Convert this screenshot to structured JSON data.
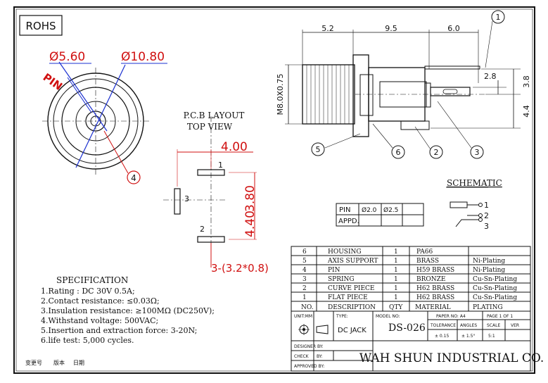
{
  "rohs": "ROHS",
  "front_view": {
    "dim_inner": "Ø5.60",
    "dim_outer": "Ø10.80",
    "pin_label": "PIN",
    "callout_4": "4"
  },
  "pcb": {
    "title": "P.C.B LAYOUT",
    "subtitle": "TOP VIEW",
    "dim_top": "4.00",
    "dim_v1": "3.80",
    "dim_v2": "4.40",
    "pin1": "1",
    "pin2": "2",
    "pin3": "3",
    "holes": "3-(3.2*0.8)"
  },
  "side_view": {
    "dim_a": "5.2",
    "dim_b": "9.5",
    "dim_c": "6.0",
    "dim_d": "2.8",
    "dim_e": "3.8",
    "dim_f": "4.4",
    "thread": "M8.0X0.75",
    "callouts": [
      "1",
      "2",
      "3",
      "5",
      "6"
    ]
  },
  "schematic": {
    "title": "SCHEMATIC",
    "pins": [
      "1",
      "2",
      "3"
    ]
  },
  "pin_table": {
    "row1": [
      "PIN",
      "Ø2.0",
      "Ø2.5",
      ""
    ],
    "row2": [
      "APPD.",
      "",
      "",
      ""
    ]
  },
  "spec": {
    "title": "SPECIFICATION",
    "lines": [
      "1.Rating : DC 30V 0.5A;",
      "2.Contact resistance: ≤0.03Ω;",
      "3.Insulation resistance: ≥100MΩ (DC250V);",
      "4.Withstand voltage: 500VAC;",
      "5.Insertion and extraction force: 3-20N;",
      "6.life test: 5,000 cycles."
    ]
  },
  "revision": [
    "变更号",
    "版本",
    "日期"
  ],
  "bom": {
    "rows": [
      {
        "no": "6",
        "desc": "HOUSING",
        "qty": "1",
        "material": "PA66",
        "plating": ""
      },
      {
        "no": "5",
        "desc": "AXIS SUPPORT",
        "qty": "1",
        "material": "BRASS",
        "plating": "Ni-Plating"
      },
      {
        "no": "4",
        "desc": "PIN",
        "qty": "1",
        "material": "H59 BRASS",
        "plating": "Ni-Plating"
      },
      {
        "no": "3",
        "desc": "SPRING",
        "qty": "1",
        "material": "BRONZE",
        "plating": "Cu-Sn-Plating"
      },
      {
        "no": "2",
        "desc": "CURVE PIECE",
        "qty": "1",
        "material": "H62 BRASS",
        "plating": "Cu-Sn-Plating"
      },
      {
        "no": "1",
        "desc": "FLAT PIECE",
        "qty": "1",
        "material": "H62 BRASS",
        "plating": "Cu-Sn-Plating"
      }
    ],
    "header": {
      "no": "NO.",
      "desc": "DESCRIPTION",
      "qty": "QTY",
      "material": "MATERIAL",
      "plating": "PLATING"
    }
  },
  "title_block": {
    "unit_label": "UNIT:MM",
    "type_label": "TYPE:",
    "type_value": "DC JACK",
    "model_label": "MODEL NO:",
    "model_value": "DS-026",
    "paper": "PAPER NO: A4",
    "page": "PAGE 1 OF 1",
    "tolerance": "TOLERANCE",
    "angles": "ANGLES",
    "scale": "SCALE",
    "ver": "VER",
    "tol_value": "± 0.15",
    "ang_value": "± 1.5°",
    "scale_value": "5:1",
    "designer": "DESIGNER BY:",
    "check": "CHECK",
    "by": "BY:",
    "approved": "APPROVED BY:",
    "company": "WAH SHUN INDUSTRIAL CO."
  }
}
